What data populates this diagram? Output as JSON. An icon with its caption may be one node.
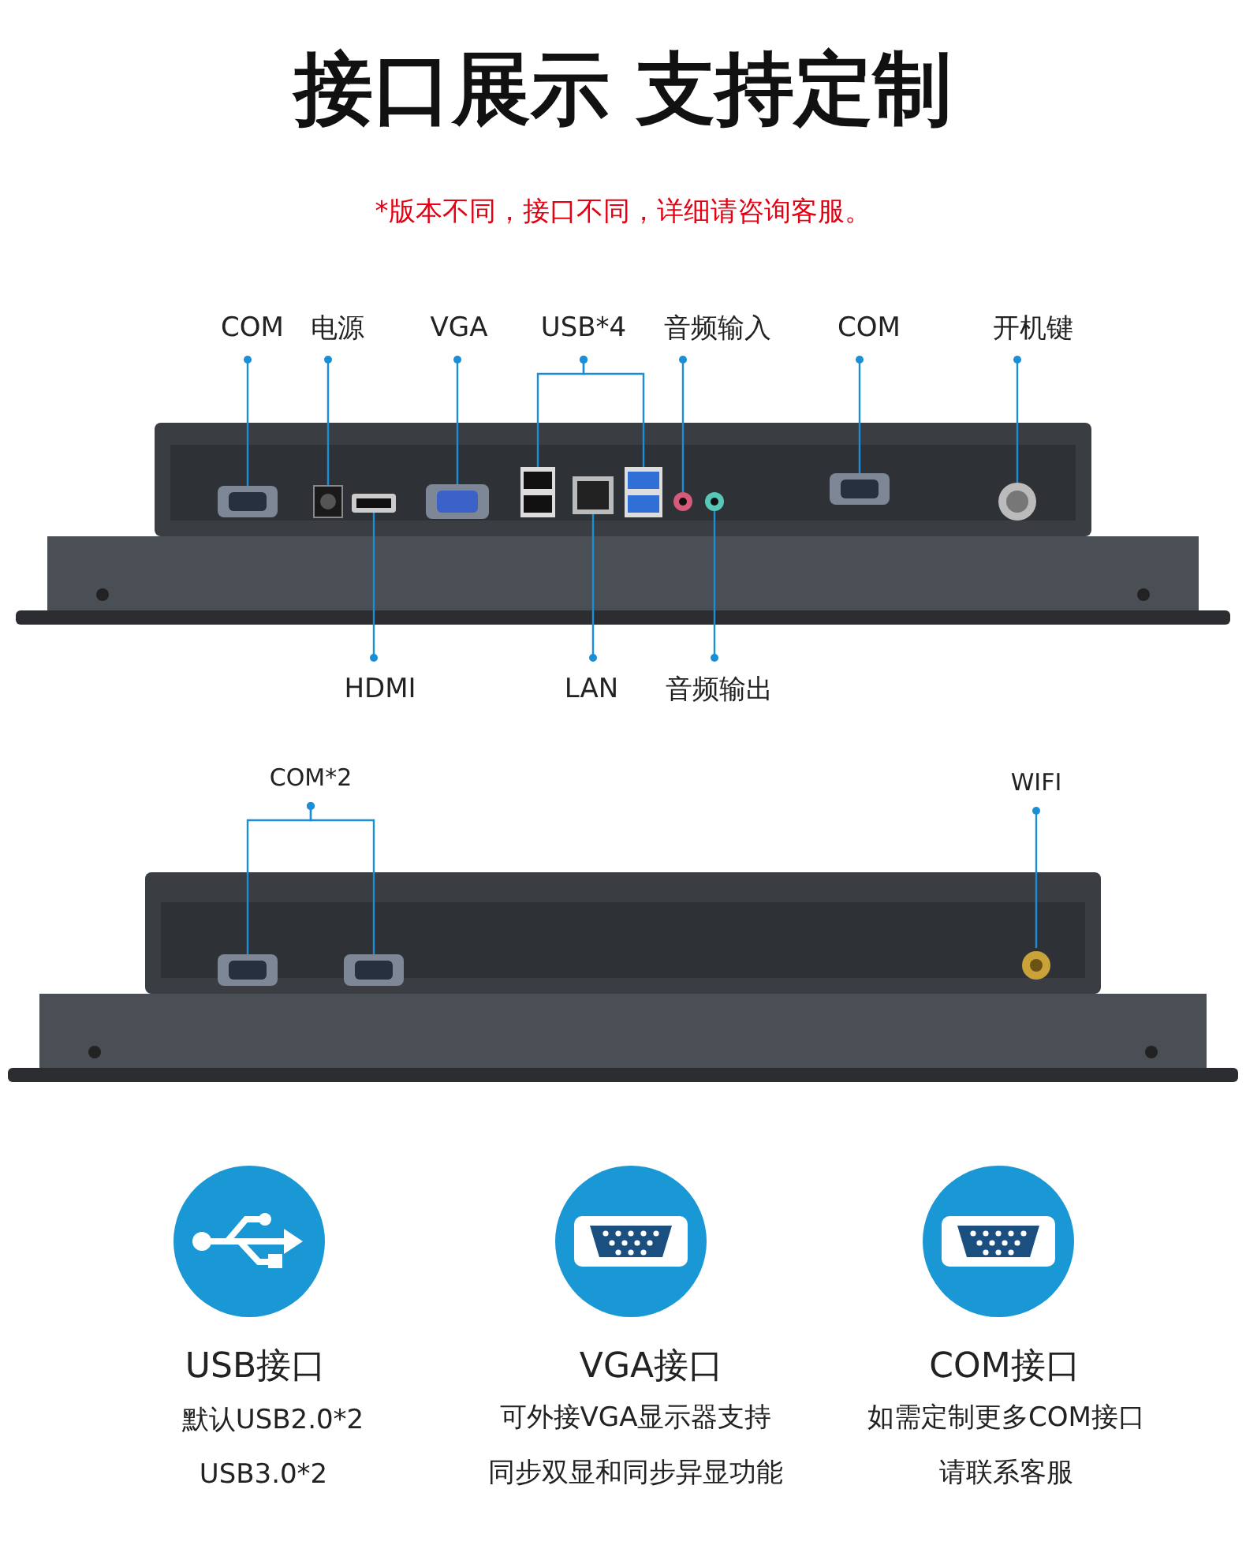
{
  "diagram": {
    "title": "接口展示 支持定制",
    "nodes": [
      {
        "text": [
          "COM"
        ]
      },
      {
        "text": [
          "电源"
        ]
      },
      {
        "text": [
          "VGA"
        ]
      },
      {
        "text": [
          "USB*4"
        ]
      },
      {
        "text": [
          "音频输入"
        ]
      },
      {
        "text": [
          "COM"
        ]
      },
      {
        "text": [
          "开机键"
        ]
      },
      {
        "text": [
          "HDMI"
        ]
      },
      {
        "text": [
          "LAN"
        ]
      },
      {
        "text": [
          "音频输出"
        ]
      },
      {
        "text": [],
        "shape": "picture"
      },
      {
        "text": [],
        "shape": "picture"
      },
      {
        "text": [],
        "shape": "picture"
      },
      {
        "text": [],
        "shape": "picture"
      },
      {
        "text": [],
        "shape": "picture"
      },
      {
        "text": [],
        "shape": "picture"
      },
      {
        "text": [],
        "shape": "picture"
      },
      {
        "text": [],
        "shape": "picture"
      },
      {
        "text": [],
        "shape": "picture"
      },
      {
        "text": [],
        "shape": "picture"
      },
      {
        "text": [],
        "shape": "picture"
      },
      {
        "text": [
          "COM*2"
        ]
      },
      {
        "text": [
          "WIFI"
        ]
      },
      {
        "text": [],
        "shape": "picture"
      },
      {
        "text": [],
        "shape": "picture"
      },
      {
        "text": [],
        "shape": "picture"
      }
    ],
    "edges": [
      {
        "from": 0,
        "to": 10,
        "arrow": "other"
      },
      {
        "from": 1,
        "to": 11,
        "arrow": "other"
      },
      {
        "from": 2,
        "to": 12,
        "arrow": "other"
      },
      {
        "from": 3,
        "to": 13,
        "arrow": "other"
      },
      {
        "from": 3,
        "to": 14,
        "arrow": "other"
      },
      {
        "from": 4,
        "to": 15,
        "arrow": "other"
      },
      {
        "from": 5,
        "to": 16,
        "arrow": "other"
      },
      {
        "from": 6,
        "to": 17,
        "arrow": "other"
      },
      {
        "from": 7,
        "to": 18,
        "arrow": "other"
      },
      {
        "from": 8,
        "to": 19,
        "arrow": "other"
      },
      {
        "from": 9,
        "to": 20,
        "arrow": "other"
      },
      {
        "from": 21,
        "to": 23,
        "arrow": "other"
      },
      {
        "from": 21,
        "to": 24,
        "arrow": "other"
      },
      {
        "from": 22,
        "to": 25,
        "arrow": "other"
      }
    ],
    "labels": [
      "*版本不同，接口不同，详细请咨询客服。",
      "USB接口",
      "默认USB2.0*2",
      "USB3.0*2",
      "VGA接口",
      "可外接VGA显示器支持同步双显和同步异显功能",
      "COM接口",
      "如需定制更多COM接口请联系客服"
    ]
  }
}
